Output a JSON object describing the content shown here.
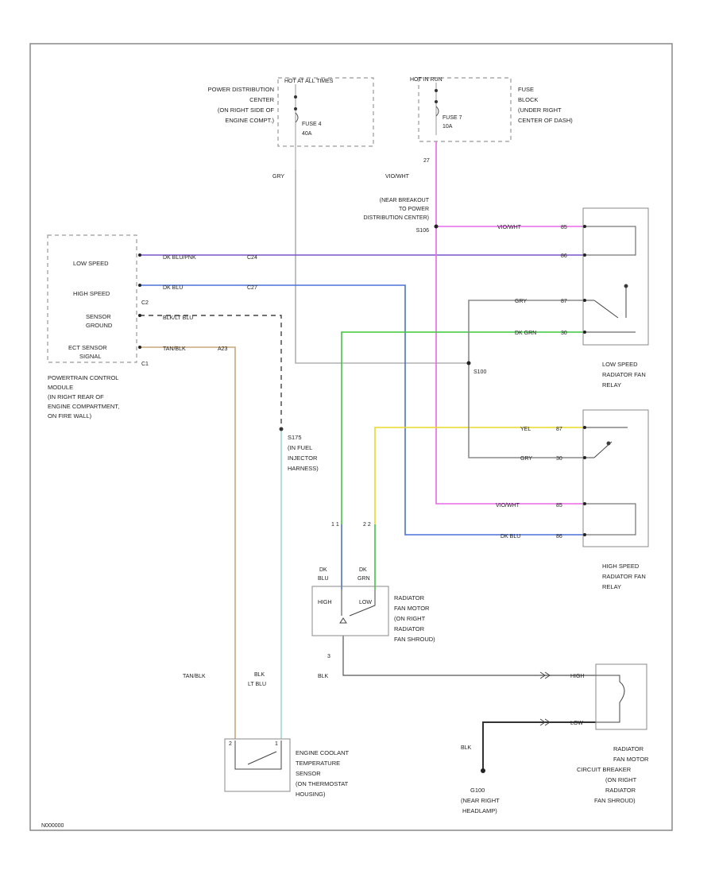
{
  "colors": {
    "violet": "#7a55c8",
    "blue": "#4a70d8",
    "green": "#3cc83c",
    "yellow": "#e8d82a",
    "pink": "#e868e8",
    "tan": "#c8a878",
    "lightblue": "#9ad8d8",
    "gray": "#8c8c8c",
    "black": "#333333"
  },
  "labels": {
    "hot_at_all_times": "HOT AT ALL TIMES",
    "pdc": [
      "POWER DISTRIBUTION",
      "CENTER",
      "(ON RIGHT SIDE OF",
      "ENGINE COMPT.)"
    ],
    "fuse4": [
      "FUSE 4",
      "40A"
    ],
    "hot_in_run": "HOT IN RUN",
    "fuse_block": [
      "FUSE",
      "BLOCK",
      "(UNDER RIGHT",
      "CENTER OF DASH)"
    ],
    "fuse7": [
      "FUSE 7",
      "10A"
    ],
    "wire_gry": "GRY",
    "wire_wt_pk": "27",
    "wire_vio_wt": "VIO/WHT",
    "breakout": [
      "(NEAR BREAKOUT",
      "TO POWER",
      "DISTRIBUTION CENTER)",
      "S106"
    ],
    "pcm_low_speed": "LOW SPEED",
    "pcm_high_speed": "HIGH SPEED",
    "pcm_c2": "C2",
    "pcm_sensor_ground": [
      "SENSOR",
      "GROUND"
    ],
    "pcm_ect": [
      "ECT SENSOR",
      "SIGNAL"
    ],
    "pcm_c1": "C1",
    "pcm_title": [
      "POWERTRAIN CONTROL",
      "MODULE",
      "(IN RIGHT REAR OF",
      "ENGINE COMPARTMENT,",
      "ON FIRE WALL)"
    ],
    "dk_blu_pk": "DK BLU/PNK",
    "c24": "C24",
    "dk_blu": "DK BLU",
    "c27": "C27",
    "blk_lt_blu": "BLK/LT BLU",
    "tan_blk": "TAN/BLK",
    "a23": "A23",
    "wire_vio_wt2": "VIO/WHT",
    "low_relay_pins": [
      "85",
      "86",
      "87",
      "30"
    ],
    "gry2": "GRY",
    "dk_grn": "DK GRN",
    "s100": "S100",
    "low_relay_title": [
      "LOW SPEED",
      "RADIATOR FAN",
      "RELAY"
    ],
    "s175": [
      "S175",
      "(IN FUEL",
      "INJECTOR",
      "HARNESS)"
    ],
    "yel": "YEL",
    "gry3": "GRY",
    "vio_wht3": "VIO/WHT",
    "dk_blu2": "DK BLU",
    "high_relay_pins": [
      "87",
      "30",
      "85",
      "86"
    ],
    "high_relay_title": [
      "HIGH SPEED",
      "RADIATOR FAN",
      "RELAY"
    ],
    "c_lo": "1 1",
    "c_hi": "2 2",
    "dk_blu_top": [
      "DK",
      "BLU"
    ],
    "dk_grn_top": [
      "DK",
      "GRN"
    ],
    "motor_high": "HIGH",
    "motor_low": "LOW",
    "motor_title": [
      "RADIATOR",
      "FAN MOTOR",
      "(ON RIGHT",
      "RADIATOR",
      "FAN SHROUD)"
    ],
    "blk_motor": "BLK",
    "pin3": "3",
    "cb_high": "HIGH",
    "cb_low": "LOW",
    "cb_title": [
      "RADIATOR",
      "FAN MOTOR",
      "CIRCUIT BREAKER",
      "(ON RIGHT",
      "RADIATOR",
      "FAN SHROUD)"
    ],
    "tan_blk2": "TAN/BLK",
    "blk_lt_blu2": [
      "BLK",
      "LT BLU"
    ],
    "ect_pins": [
      "2",
      "1"
    ],
    "ect_title": [
      "ENGINE COOLANT",
      "TEMPERATURE",
      "SENSOR",
      "(ON THERMOSTAT",
      "HOUSING)"
    ],
    "blk_ground": "BLK",
    "g100": [
      "G100",
      "(NEAR RIGHT",
      "HEADLAMP)"
    ],
    "footer_code": "N000000"
  }
}
